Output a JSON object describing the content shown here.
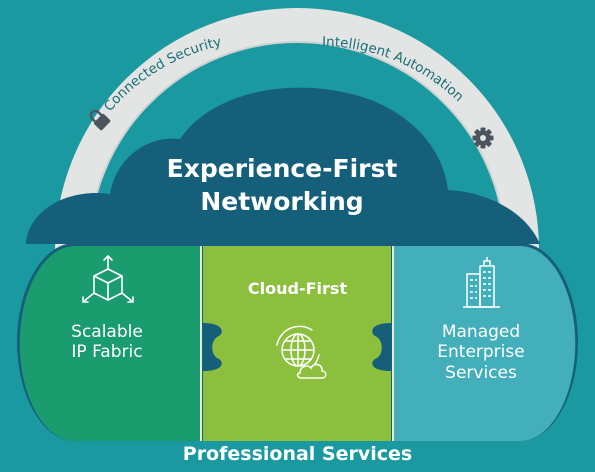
{
  "arc": {
    "connected_security": "Connected Security",
    "intelligent_automation": "Intelligent Automation"
  },
  "cloud": {
    "title_line1": "Experience-First",
    "title_line2": "Networking"
  },
  "pieces": {
    "scalable": {
      "line1": "Scalable",
      "line2": "IP Fabric",
      "icon": "cube-arrows-icon"
    },
    "cloud_first": {
      "line1": "Cloud-First",
      "icon": "globe-cloud-icon"
    },
    "managed": {
      "line1": "Managed",
      "line2": "Enterprise",
      "line3": "Services",
      "icon": "building-icon"
    }
  },
  "footer": {
    "label": "Professional Services"
  },
  "colors": {
    "background": "#1a9aa0",
    "arc": "#e3e4e4",
    "cloud_top": "#155f7b",
    "scalable": "#1a9c6e",
    "cloud_first": "#8dbf3f",
    "managed": "#43afbb",
    "arc_icons": "#4c555d"
  }
}
